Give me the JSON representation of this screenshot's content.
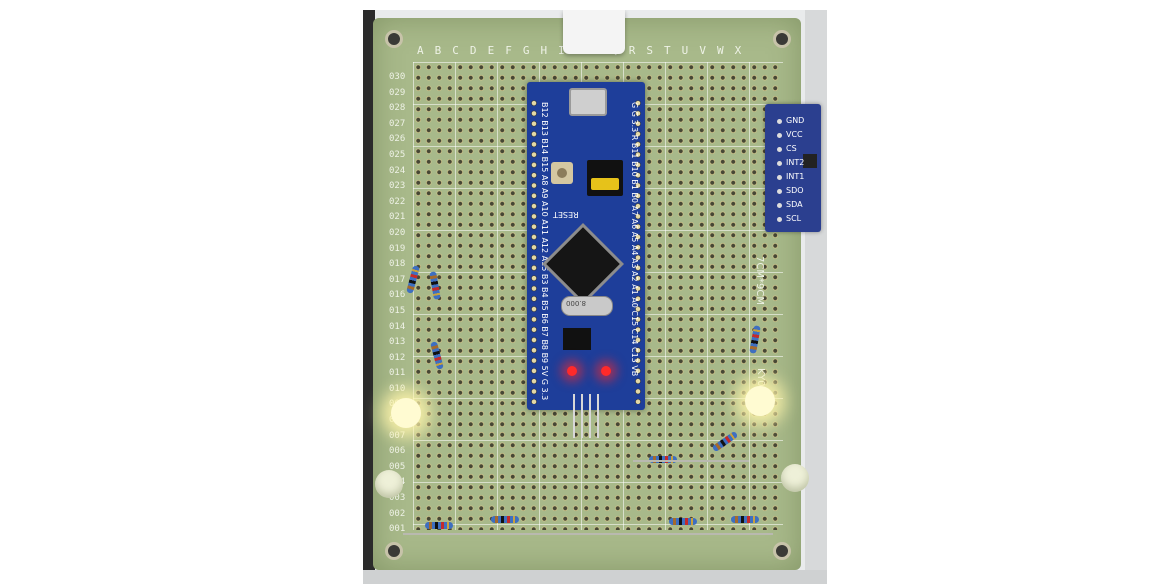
{
  "board": {
    "column_letters": "A B C D E F G H I           O P Q R S T U V W X",
    "row_numbers": [
      "030",
      "029",
      "028",
      "027",
      "026",
      "025",
      "024",
      "023",
      "022",
      "021",
      "020",
      "019",
      "018",
      "017",
      "016",
      "015",
      "014",
      "013",
      "012",
      "011",
      "010",
      "009",
      "008",
      "007",
      "006",
      "005",
      "004",
      "003",
      "002",
      "001"
    ],
    "size_label": "7CM*9CM",
    "model_label": "KY00011"
  },
  "mcu_board": {
    "pin_labels_left": "B12 B13 B14 B15 A8 A9 A10 A11 A12 A15 B3 B4 B5 B6 B7 B8 B9 5V G 3.3",
    "pin_labels_right": "G G 3.3 R B11 B10 B1 B0 A7 A6 A5 A4 A3 A2 A1 A0 C15 C14 C13 VB",
    "reset_label": "RESET",
    "crystal_label": "8.000"
  },
  "sensor_module": {
    "pins": [
      "GND",
      "VCC",
      "CS",
      "INT2",
      "INT1",
      "SDO",
      "SDA",
      "SCL"
    ]
  }
}
